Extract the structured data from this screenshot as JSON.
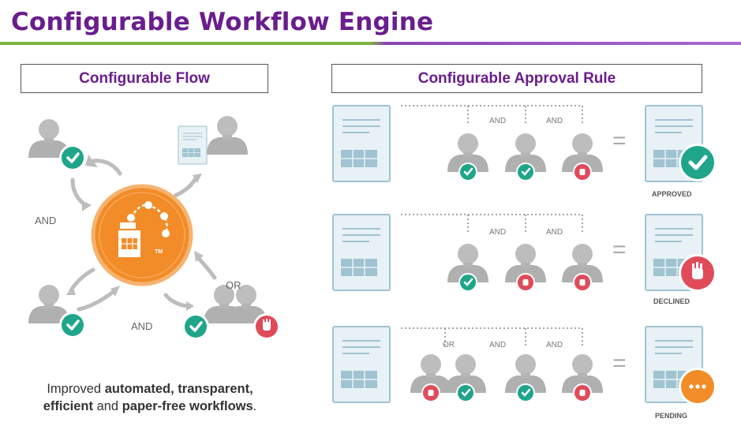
{
  "page": {
    "title": "Configurable Workflow Engine"
  },
  "left_panel": {
    "heading": "Configurable Flow",
    "label_and_1": "AND",
    "label_and_2": "AND",
    "label_or": "OR",
    "tm_mark": "TM",
    "caption": {
      "part1": "Improved ",
      "bold1": "automated, transparent,",
      "bold2": "efficient",
      "part2": " and ",
      "bold3": "paper-free workflows",
      "part3": "."
    }
  },
  "right_panel": {
    "heading": "Configurable Approval Rule",
    "equals_sign": "=",
    "rows": [
      {
        "connectors": [
          "AND",
          "AND"
        ],
        "status": "APPROVED"
      },
      {
        "connectors": [
          "AND",
          "AND"
        ],
        "status": "DECLINED"
      },
      {
        "connectors": [
          "OR",
          "AND",
          "AND"
        ],
        "status": "PENDING"
      }
    ]
  },
  "colors": {
    "title": "#6a1d8e",
    "approve": "#1fa58a",
    "decline": "#e04b5a",
    "pending": "#f28c28",
    "engine": "#f28c28",
    "person": "#b7b7b7"
  }
}
